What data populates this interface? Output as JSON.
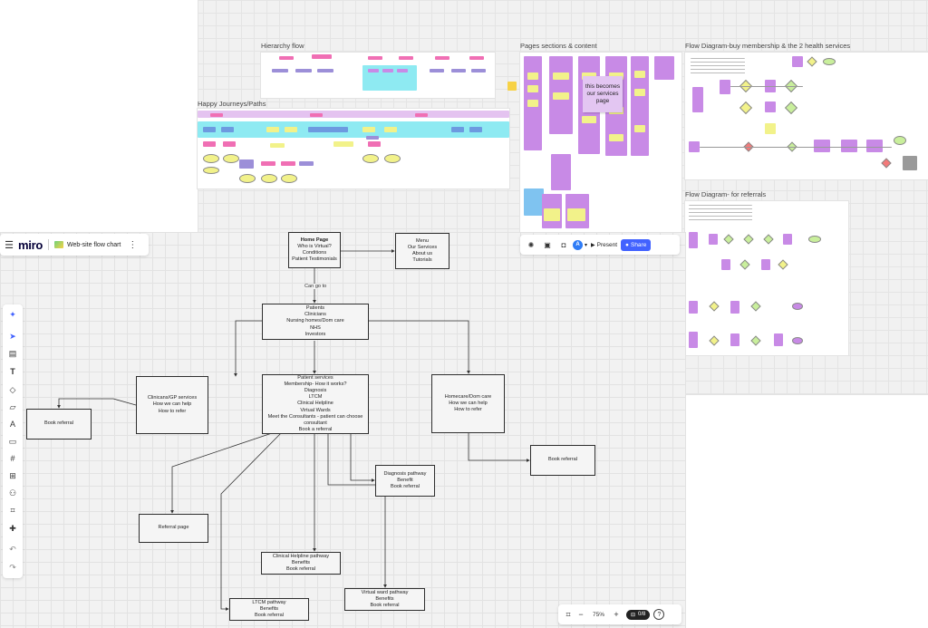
{
  "app": {
    "logo": "miro",
    "board_name": "Web-site flow chart"
  },
  "canvas_frames": {
    "hierarchy": "Hierarchy flow",
    "happy": "Happy Journeys/Paths",
    "pages": "Pages sections & content",
    "flow_membership": "Flow Diagram-buy membership & the 2 health services",
    "flow_referrals": "Flow Diagram- for referrals",
    "sticky_note": "this becomes our services page"
  },
  "flow": {
    "home": {
      "title": "Home Page",
      "lines": [
        "Who is Virtual?",
        "Conditions",
        "Patient Testimonials"
      ]
    },
    "menu": {
      "lines": [
        "Menu",
        "Our Services",
        "About us",
        "Tutorials"
      ]
    },
    "can_go_to": "Can go to",
    "audiences": {
      "lines": [
        "Patients",
        "Clinicians",
        "Nursing homes/Dom care",
        "NHS",
        "Investors"
      ]
    },
    "clinicians": {
      "lines": [
        "Clinicans/GP services",
        "How we can help",
        "How to refer"
      ]
    },
    "book_referral_left": {
      "lines": [
        "Book referral"
      ]
    },
    "patients": {
      "lines": [
        "Patient services",
        "Membership- How it works?",
        "Diagnosis",
        "LTCM",
        "Clinical Helpline",
        "Virtual Wards",
        "Meet the Consultants - patient can choose",
        "consultant",
        "Book a referral"
      ]
    },
    "homecare": {
      "lines": [
        "Homecare/Dom care",
        "How we can help",
        "How to refer"
      ]
    },
    "book_referral_right": {
      "lines": [
        "Book referral"
      ]
    },
    "diagnosis": {
      "lines": [
        "Diagnosis pathway",
        "Benefit",
        "Book referral"
      ]
    },
    "referral_page": {
      "lines": [
        "Referral page"
      ]
    },
    "helpline": {
      "lines": [
        "Clinical Helpline pathway",
        "Benefits",
        "Book referral"
      ]
    },
    "virtual": {
      "lines": [
        "Virtual ward pathway",
        "Benefits",
        "Book referral"
      ]
    },
    "ltcm": {
      "lines": [
        "LTCM pathway",
        "Benefits",
        "Book referral"
      ]
    }
  },
  "toolbar_right": {
    "present": "Present",
    "share": "Share",
    "avatar_initial": "A"
  },
  "zoom": {
    "level": "75%",
    "pages": "0/8"
  },
  "colors": {
    "accent": "#4262ff",
    "sticky_pink": "#f06fb4",
    "sticky_purple": "#c88ae6",
    "sticky_yellow": "#f2f28a",
    "sticky_blue": "#7fc3f0",
    "cyan_band": "#8eeaf2"
  }
}
